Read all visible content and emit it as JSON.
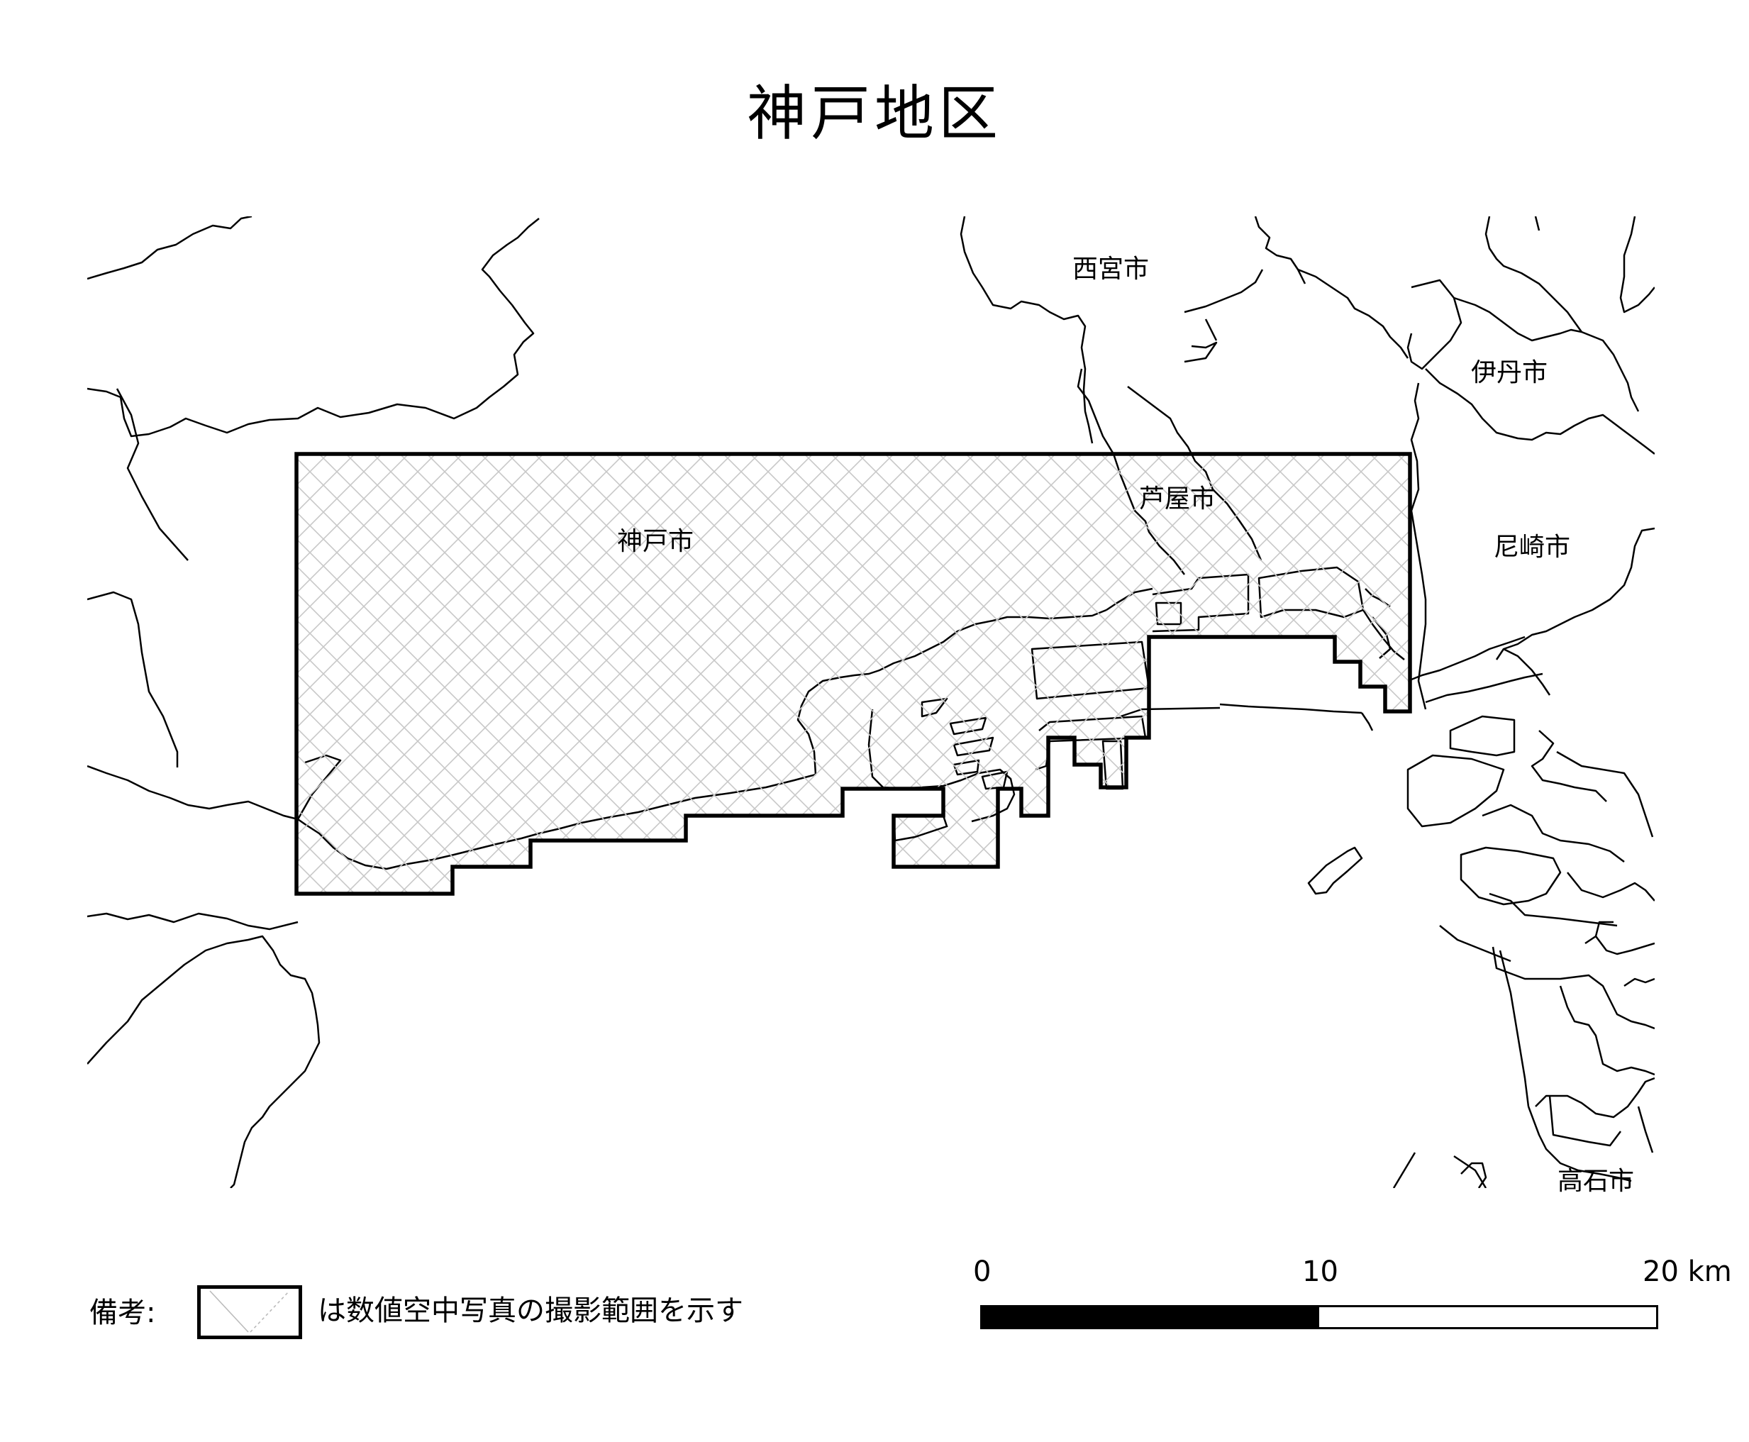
{
  "title": "神戸地区",
  "labels": {
    "kobe": "神戸市",
    "nishinomiya": "西宮市",
    "itami": "伊丹市",
    "ashiya": "芦屋市",
    "amagasaki": "尼崎市",
    "takaishi": "高石市"
  },
  "legend": {
    "label": "備考:",
    "text": "は数値空中写真の撮影範囲を示す"
  },
  "scale": {
    "tick0": "0",
    "tick10": "10",
    "tick20": "20 km"
  },
  "colors": {
    "line": "#000000",
    "hatch": "#c8c8c8",
    "background": "#ffffff",
    "scale_fill": "#000000"
  }
}
